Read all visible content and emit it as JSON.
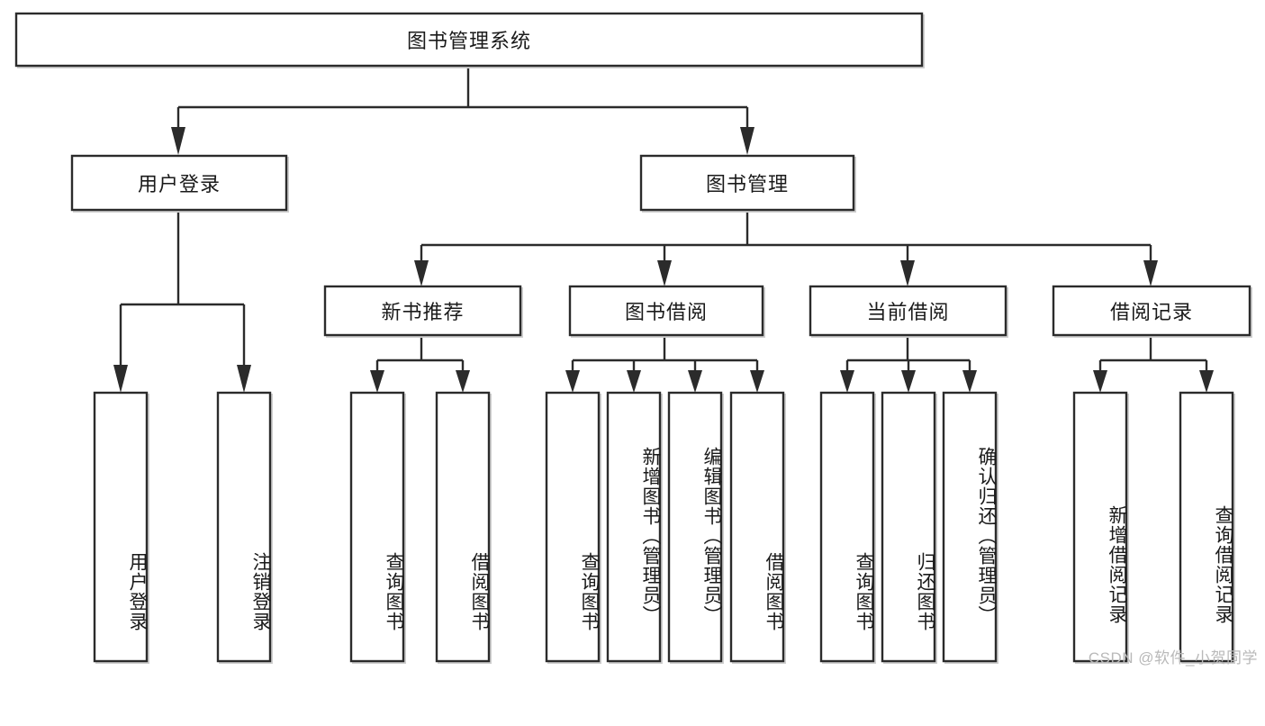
{
  "diagram": {
    "type": "tree",
    "root": {
      "id": "root",
      "label": "图书管理系统",
      "orientation": "horizontal"
    },
    "level1": [
      {
        "id": "user-login",
        "label": "用户登录",
        "orientation": "horizontal"
      },
      {
        "id": "book-manage",
        "label": "图书管理",
        "orientation": "horizontal"
      }
    ],
    "level2": [
      {
        "id": "new-book-recommend",
        "label": "新书推荐",
        "orientation": "horizontal",
        "parent": "book-manage"
      },
      {
        "id": "book-borrow",
        "label": "图书借阅",
        "orientation": "horizontal",
        "parent": "book-manage"
      },
      {
        "id": "current-borrow",
        "label": "当前借阅",
        "orientation": "horizontal",
        "parent": "book-manage"
      },
      {
        "id": "borrow-record",
        "label": "借阅记录",
        "orientation": "horizontal",
        "parent": "book-manage"
      }
    ],
    "leaves": [
      {
        "id": "leaf-user-login",
        "label": "用户登录",
        "orientation": "vertical",
        "parent": "user-login"
      },
      {
        "id": "leaf-logout",
        "label": "注销登录",
        "orientation": "vertical",
        "parent": "user-login"
      },
      {
        "id": "leaf-query-book-1",
        "label": "查询图书",
        "orientation": "vertical",
        "parent": "new-book-recommend"
      },
      {
        "id": "leaf-borrow-book-1",
        "label": "借阅图书",
        "orientation": "vertical",
        "parent": "new-book-recommend"
      },
      {
        "id": "leaf-query-book-2",
        "label": "查询图书",
        "orientation": "vertical",
        "parent": "book-borrow"
      },
      {
        "id": "leaf-add-book",
        "label": "新增图书（管理员）",
        "orientation": "vertical",
        "parent": "book-borrow"
      },
      {
        "id": "leaf-edit-book",
        "label": "编辑图书（管理员）",
        "orientation": "vertical",
        "parent": "book-borrow"
      },
      {
        "id": "leaf-borrow-book-2",
        "label": "借阅图书",
        "orientation": "vertical",
        "parent": "book-borrow"
      },
      {
        "id": "leaf-query-book-3",
        "label": "查询图书",
        "orientation": "vertical",
        "parent": "current-borrow"
      },
      {
        "id": "leaf-return-book",
        "label": "归还图书",
        "orientation": "vertical",
        "parent": "current-borrow"
      },
      {
        "id": "leaf-confirm-return",
        "label": "确认归还（管理员）",
        "orientation": "vertical",
        "parent": "current-borrow"
      },
      {
        "id": "leaf-add-record",
        "label": "新增借阅记录",
        "orientation": "vertical",
        "parent": "borrow-record"
      },
      {
        "id": "leaf-query-record",
        "label": "查询借阅记录",
        "orientation": "vertical",
        "parent": "borrow-record"
      }
    ]
  },
  "watermark": {
    "text": "CSDN @软件_小贺同学"
  },
  "colors": {
    "box_border": "#2b2b2b",
    "box_fill": "#ffffff",
    "connector": "#2b2b2b",
    "text": "#1a1a1a",
    "watermark": "#b9b9b9",
    "background": "#ffffff"
  }
}
